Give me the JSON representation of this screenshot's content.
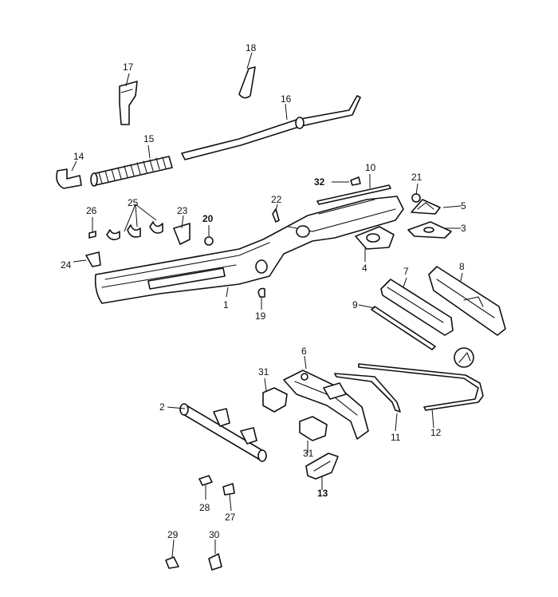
{
  "callouts": {
    "c1": "1",
    "c2": "2",
    "c3": "3",
    "c4": "4",
    "c5": "5",
    "c6": "6",
    "c7": "7",
    "c8": "8",
    "c9": "9",
    "c10": "10",
    "c11": "11",
    "c12": "12",
    "c13": "13",
    "c14": "14",
    "c15": "15",
    "c16": "16",
    "c17": "17",
    "c18": "18",
    "c19": "19",
    "c20": "20",
    "c21": "21",
    "c22": "22",
    "c23": "23",
    "c24": "24",
    "c25": "25",
    "c26": "26",
    "c27": "27",
    "c28": "28",
    "c29": "29",
    "c30": "30",
    "c31a": "31",
    "c31b": "31",
    "c32": "32"
  }
}
